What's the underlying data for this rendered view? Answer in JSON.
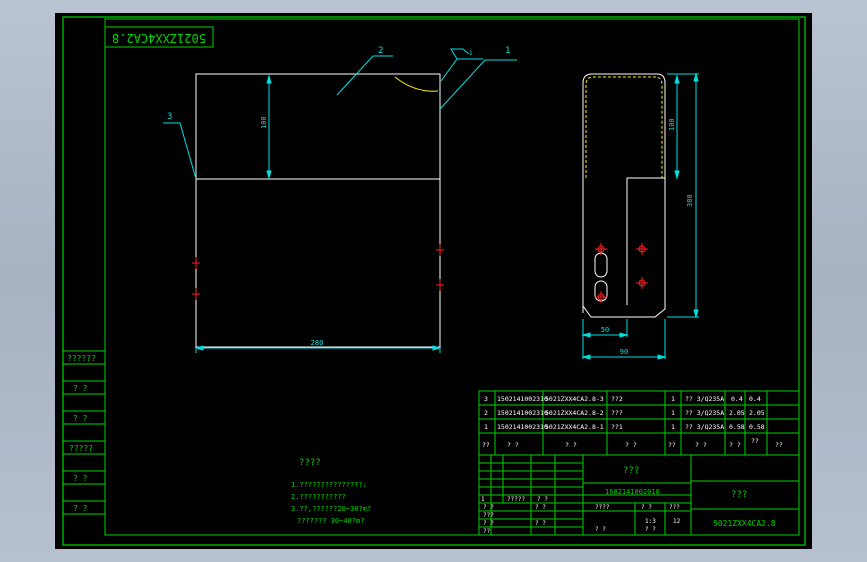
{
  "colors": {
    "border": "#00d400",
    "part": "#ffffff",
    "hidden": "#ffee00",
    "dim": "#00e0e0",
    "center": "#ff2020",
    "leader": "#00e0e0"
  },
  "drawing_no_mirrored": "5021ZXX4CA2.8",
  "balloons": {
    "b1": "1",
    "b2": "2",
    "b3": "3"
  },
  "dims": {
    "front_height": "100",
    "front_width": "280",
    "side_height": "380",
    "side_width_lower": "50",
    "side_width_total": "90",
    "weld_note": "1"
  },
  "left_cells": [
    "??????",
    "? ?",
    "? ?",
    "?????",
    "? ?",
    "? ?"
  ],
  "notes": {
    "title": "????",
    "l1": "1.???????????????:",
    "l2": "2.???????????",
    "l3": "3.??,??????20~30?m?",
    "l4": "??????? 30~40?m?"
  },
  "bom": [
    {
      "no": "3",
      "code": "1502141002310",
      "drawing": "5021ZXX4CA2.8-3",
      "name": "??2",
      "qty": "1",
      "material": "?? 3/Q235A",
      "w1": "0.4",
      "w2": "0.4"
    },
    {
      "no": "2",
      "code": "1502141002310",
      "drawing": "5021ZXX4CA2.8-2",
      "name": "???",
      "qty": "1",
      "material": "?? 3/Q235A",
      "w1": "2.05",
      "w2": "2.05"
    },
    {
      "no": "1",
      "code": "1502141002310",
      "drawing": "5021ZXX4CA2.8-1",
      "name": "??1",
      "qty": "1",
      "material": "?? 3/Q235A",
      "w1": "0.58",
      "w2": "0.58"
    }
  ],
  "bom_header": {
    "c1": "??",
    "c2": "? ?",
    "c3": "? ?",
    "c4": "? ?",
    "c5": "??",
    "c6": "? ?",
    "c7": "? ?",
    "c8": "??",
    "c9": "??"
  },
  "title_block": {
    "name": "???",
    "code": "1602141002010",
    "company": "???",
    "drawing_no": "5021ZXX4CA2.8",
    "scale_label": "????",
    "scale": "1:3",
    "sheet_label": "? ?",
    "sheet_no": "1",
    "total": "12",
    "sign1": "? ?",
    "sign2": "? ?",
    "sign3": "? ?",
    "sign4": "? ?",
    "sign5": "???",
    "rev": "?????",
    "r1": "???",
    "r2": "? ?",
    "r3": "? ?",
    "r4": "? ?",
    "r5": "??"
  }
}
